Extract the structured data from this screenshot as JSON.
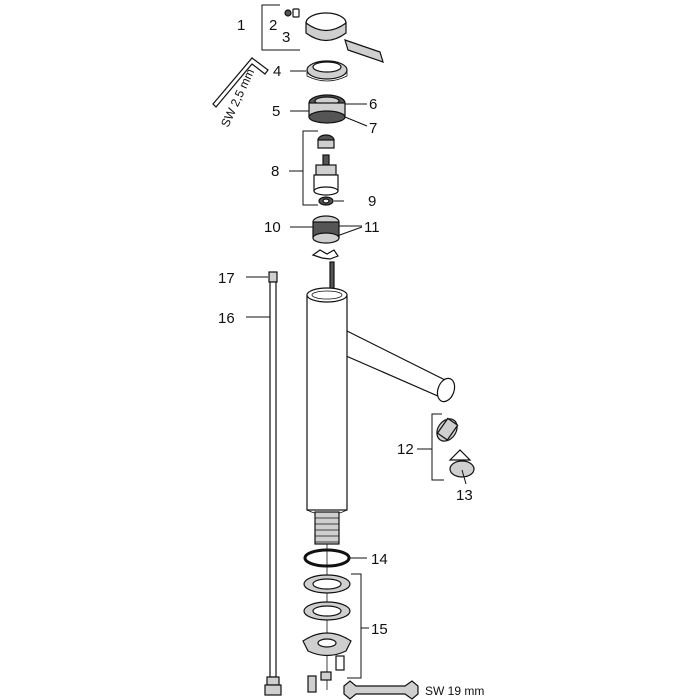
{
  "callouts": {
    "c1": "1",
    "c2": "2",
    "c3": "3",
    "c4": "4",
    "c5": "5",
    "c6": "6",
    "c7": "7",
    "c8": "8",
    "c9": "9",
    "c10": "10",
    "c11": "11",
    "c12": "12",
    "c13": "13",
    "c14": "14",
    "c15": "15",
    "c16": "16",
    "c17": "17"
  },
  "tools": {
    "hex_key": "SW 2,5 mm",
    "spanner": "SW 19 mm"
  }
}
